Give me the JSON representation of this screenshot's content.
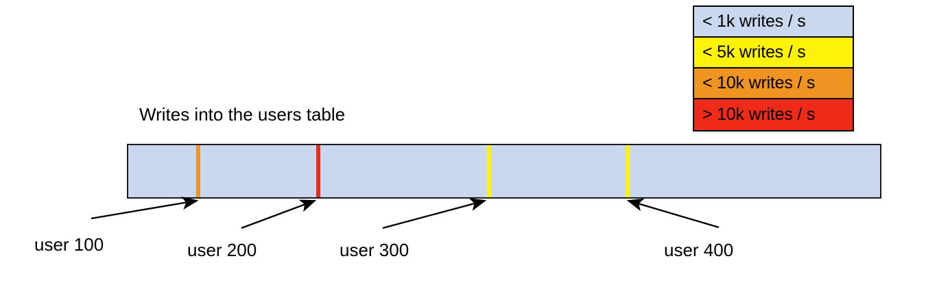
{
  "chart_data": {
    "type": "bar",
    "title": "Writes into the users table",
    "orientation": "horizontal",
    "xlabel": "",
    "ylabel": "",
    "grid": false,
    "legend_position": "top-right",
    "description": "A single horizontal range bar representing the users table keyspace, shaded light blue (< 1k writes / s) with colored hot-spot markers at four user boundaries.",
    "base_band": {
      "label": "< 1k writes / s",
      "color": "#c9d8ee"
    },
    "categories": [
      "user 100",
      "user 200",
      "user 300",
      "user 400"
    ],
    "values": [
      "< 10k writes / s",
      "> 10k writes / s",
      "< 5k writes / s",
      "< 5k writes / s"
    ],
    "markers": [
      {
        "label": "user 100",
        "color": "#ef9322",
        "tier": "< 10k writes / s",
        "position_pct": 9.5
      },
      {
        "label": "user 200",
        "color": "#ee2a18",
        "tier": "> 10k writes / s",
        "position_pct": 25.2
      },
      {
        "label": "user 300",
        "color": "#fdf20a",
        "tier": "< 5k writes / s",
        "position_pct": 47.8
      },
      {
        "label": "user 400",
        "color": "#fdf20a",
        "tier": "< 5k writes / s",
        "position_pct": 66.2
      }
    ],
    "legend": [
      {
        "label": "< 1k writes / s",
        "color": "#c9d8ee"
      },
      {
        "label": "< 5k writes / s",
        "color": "#fdf20a"
      },
      {
        "label": "< 10k writes / s",
        "color": "#ef9322"
      },
      {
        "label": "> 10k writes / s",
        "color": "#ee2a18"
      }
    ]
  },
  "legend": {
    "rows": [
      {
        "label": "< 1k writes / s",
        "color": "#c9d8ee"
      },
      {
        "label": "< 5k writes / s",
        "color": "#fdf20a"
      },
      {
        "label": "< 10k writes / s",
        "color": "#ef9322"
      },
      {
        "label": "> 10k writes / s",
        "color": "#ee2a18"
      }
    ]
  },
  "diagram": {
    "title": "Writes into the users table",
    "bar": {
      "fill_color": "#c9d8ee",
      "border_color": "#1a1a1a"
    },
    "callouts": [
      {
        "label": "user 100"
      },
      {
        "label": "user 200"
      },
      {
        "label": "user 300"
      },
      {
        "label": "user 400"
      }
    ]
  },
  "colors": {
    "blue": "#c9d8ee",
    "yellow": "#fdf20a",
    "orange": "#ef9322",
    "red": "#ee2a18",
    "outline": "#000000",
    "background": "#ffffff"
  }
}
